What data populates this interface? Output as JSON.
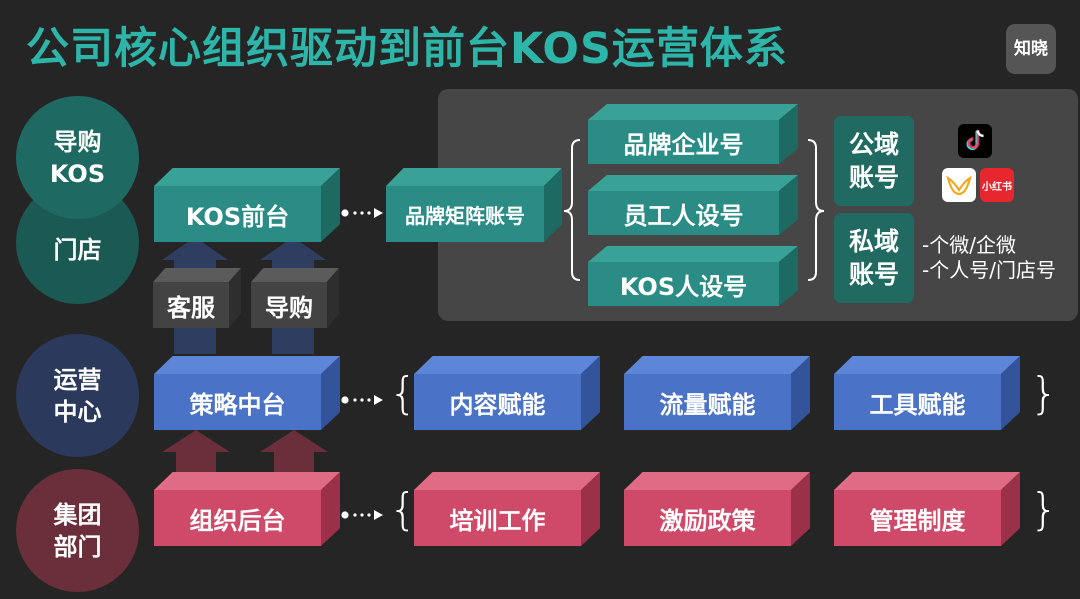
{
  "title": "公司核心组织驱动到前台KOS运营体系",
  "logo": "知晓",
  "circles": [
    {
      "text": "导购\nKOS"
    },
    {
      "text": "门店"
    },
    {
      "text": "运营\n中心"
    },
    {
      "text": "集团\n部门"
    }
  ],
  "front_row": {
    "main": "KOS前台",
    "matrix": "品牌矩阵账号",
    "accounts": [
      "品牌企业号",
      "员工人设号",
      "KOS人设号"
    ],
    "public_domain": "公域\n账号",
    "private_domain": "私域\n账号",
    "private_notes": [
      "-个微/企微",
      "-个人号/门店号"
    ],
    "platform_icons": [
      "tiktok-icon",
      "weishi-icon",
      "xiaohongshu-icon"
    ],
    "xhs_label": "小红书"
  },
  "roles": [
    "客服",
    "导购"
  ],
  "middle_row": {
    "main": "策略中台",
    "items": [
      "内容赋能",
      "流量赋能",
      "工具赋能"
    ]
  },
  "back_row": {
    "main": "组织后台",
    "items": [
      "培训工作",
      "激励政策",
      "管理制度"
    ]
  },
  "colors": {
    "title": "#2cb5a8",
    "teal": "#2a8c84",
    "blue": "#4a72c6",
    "red": "#cf4a68",
    "gray": "#434343"
  }
}
